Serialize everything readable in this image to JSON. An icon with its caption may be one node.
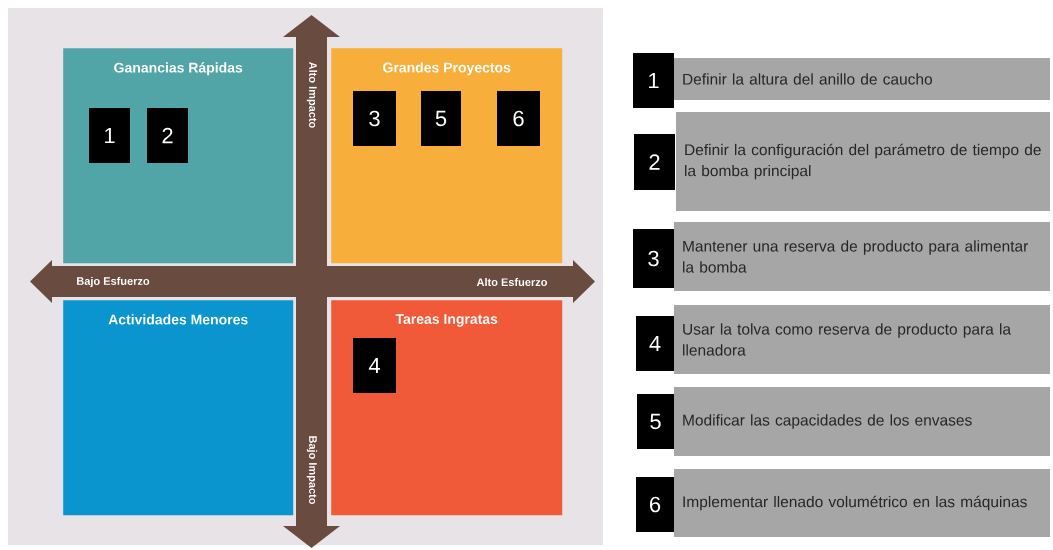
{
  "diagram": {
    "nodes": [
      {
        "text": [
          "Ganancias Rápidas"
        ]
      },
      {
        "text": [
          "1"
        ],
        "in": 0
      },
      {
        "text": [
          "2"
        ],
        "in": 0
      },
      {
        "text": [
          "Grandes Proyectos"
        ]
      },
      {
        "text": [
          "3"
        ],
        "in": 3
      },
      {
        "text": [
          "5"
        ],
        "in": 3
      },
      {
        "text": [
          "6"
        ],
        "in": 3
      },
      {
        "text": [
          "Actividades Menores"
        ]
      },
      {
        "text": [
          "Tareas Ingratas"
        ]
      },
      {
        "text": [
          "4"
        ],
        "in": 8
      },
      {
        "text": [
          "1"
        ]
      },
      {
        "text": [
          "Definir la altura del anillo de caucho"
        ]
      },
      {
        "text": [
          "2"
        ]
      },
      {
        "text": [
          "Definir la configuración del parámetro de tiempo de la bomba principal"
        ]
      },
      {
        "text": [
          "3"
        ]
      },
      {
        "text": [
          "Mantener una reserva de producto para alimentar la bomba"
        ]
      },
      {
        "text": [
          "4"
        ]
      },
      {
        "text": [
          "Usar la tolva como reserva de producto para la llenadora"
        ]
      },
      {
        "text": [
          "5"
        ]
      },
      {
        "text": [
          "Modificar las capacidades de los envases"
        ]
      },
      {
        "text": [
          "6"
        ]
      },
      {
        "text": [
          "Implementar llenado volumétrico en las máquinas"
        ]
      }
    ],
    "labels": [
      "Alto Impacto",
      "Bajo Esfuerzo",
      "Alto Esfuerzo",
      "Bajo Impacto"
    ]
  }
}
